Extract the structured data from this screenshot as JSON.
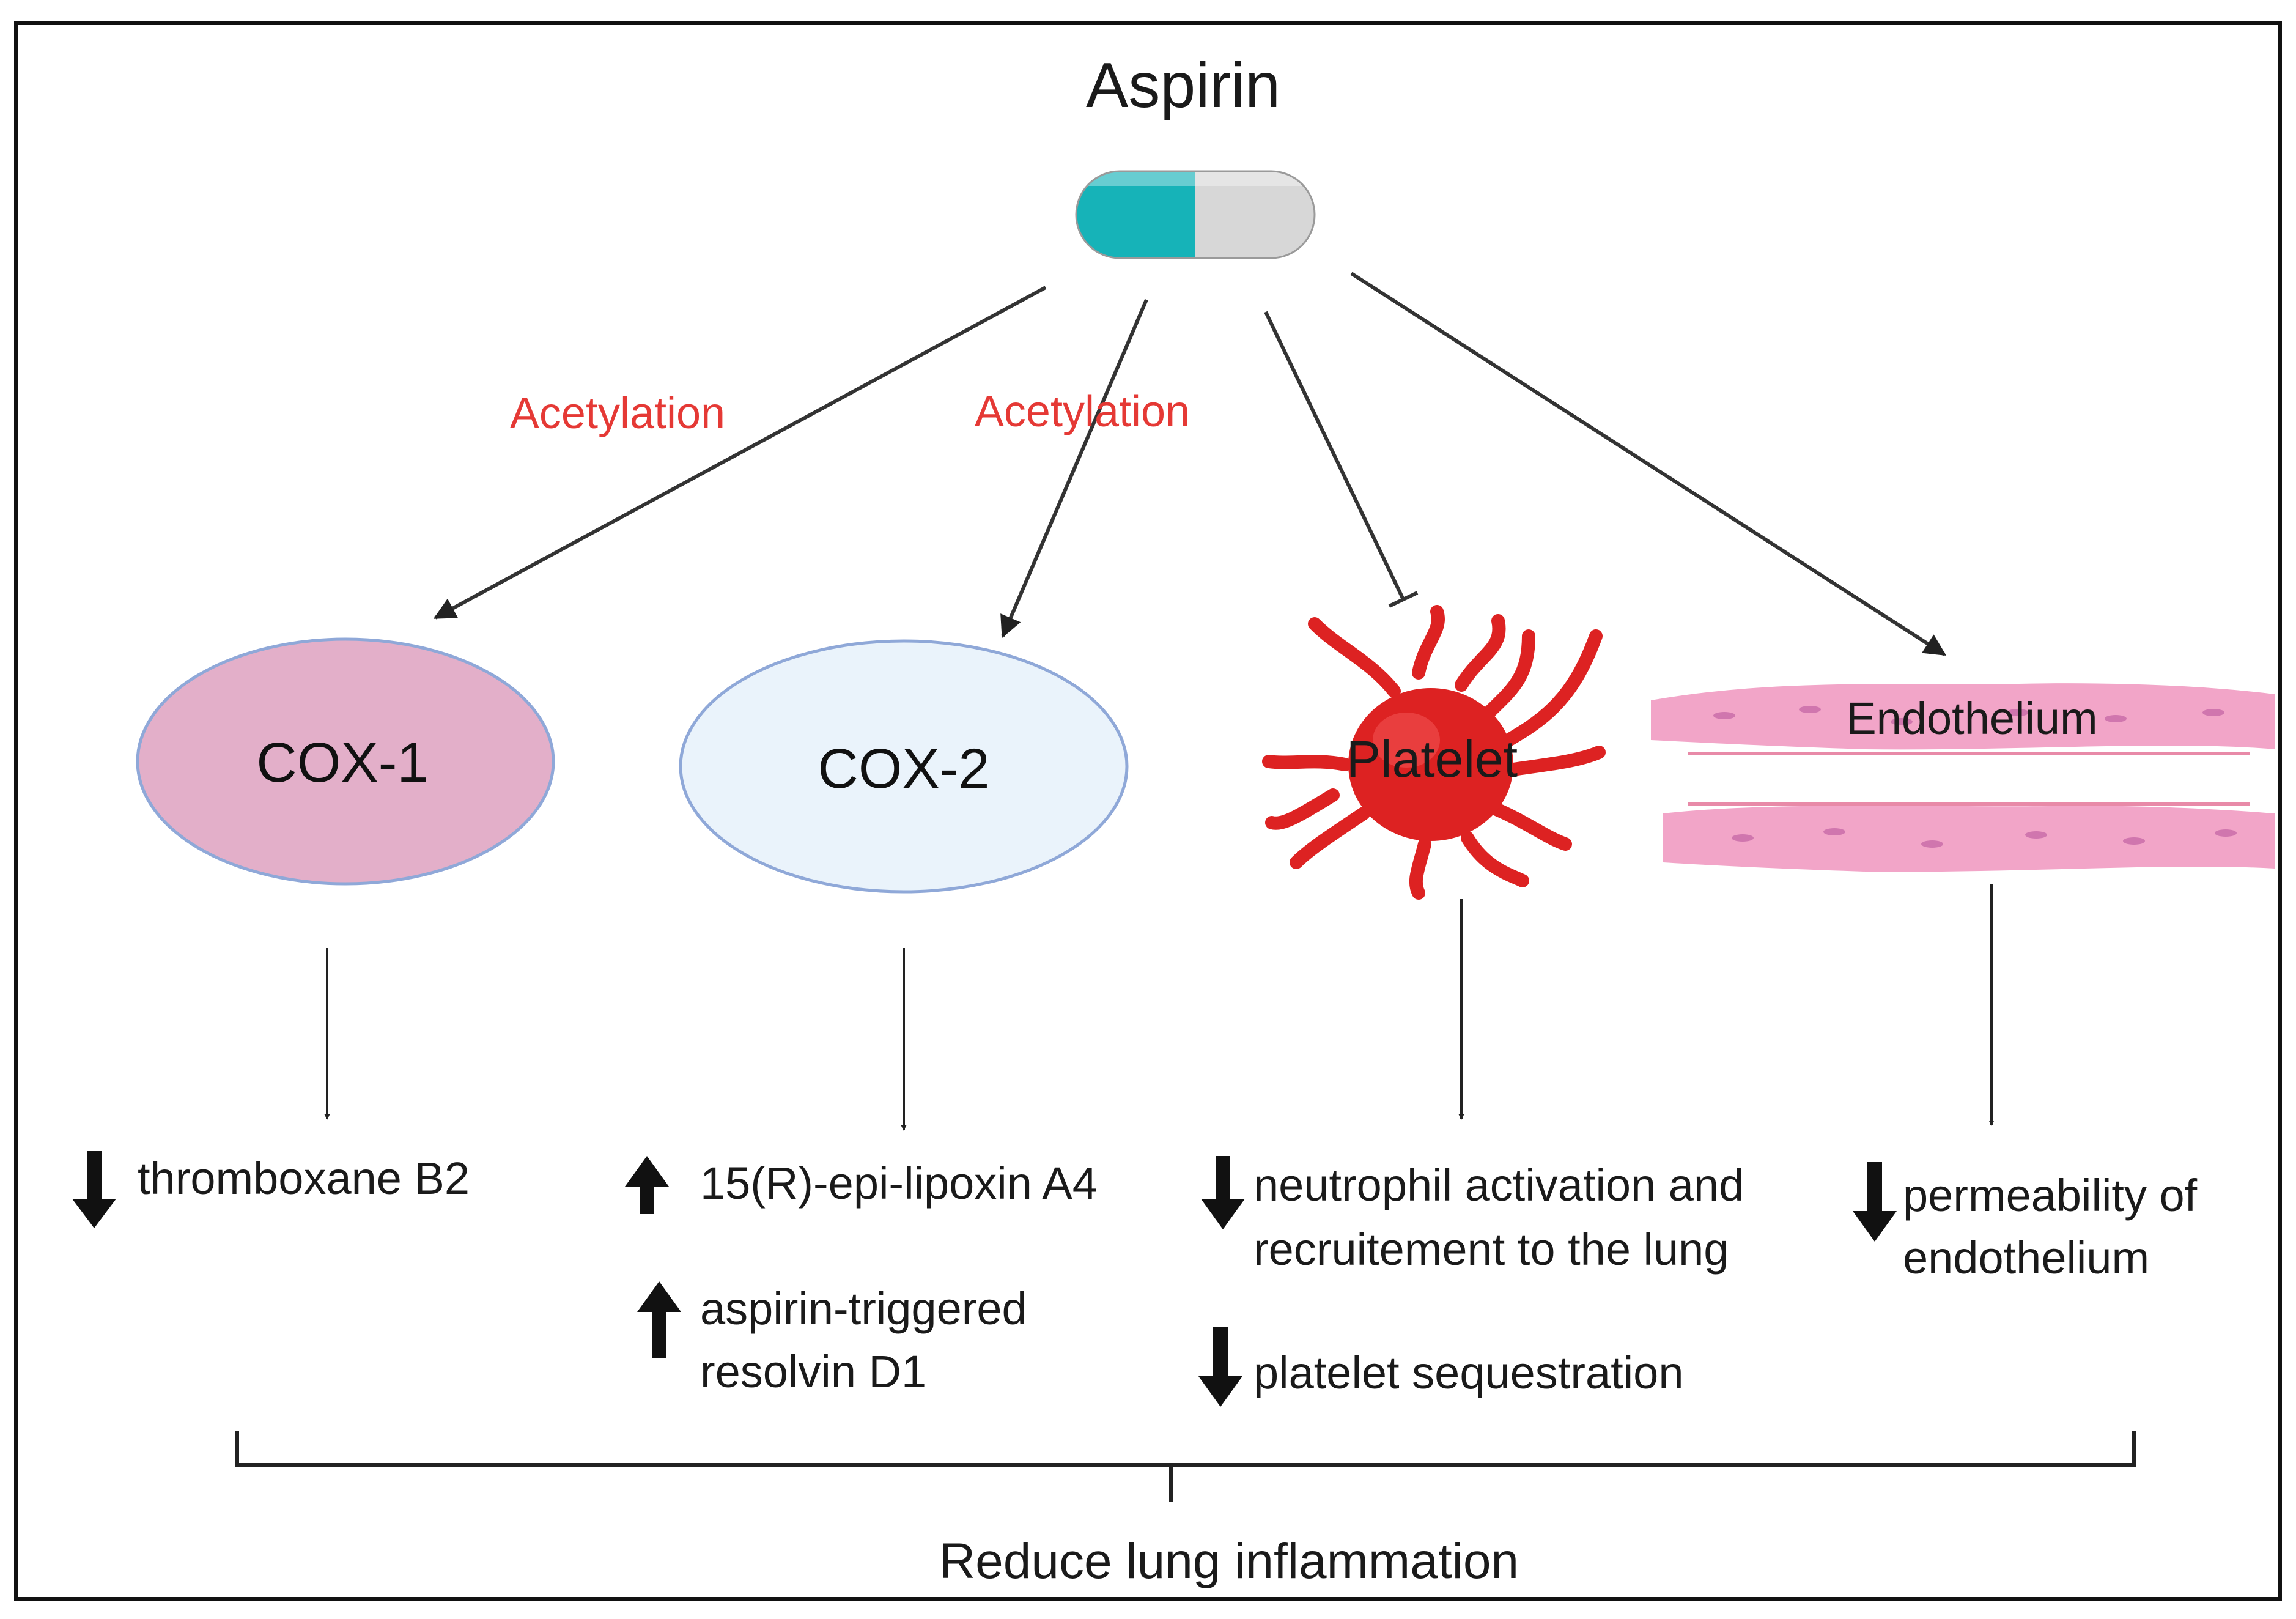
{
  "title": "Aspirin",
  "mechanisms": {
    "cox1_label": "Acetylation",
    "cox2_label": "Acetylation"
  },
  "targets": {
    "cox1": "COX-1",
    "cox2": "COX-2",
    "platelet": "Platelet",
    "endothelium": "Endothelium"
  },
  "effects": {
    "cox1": [
      {
        "direction": "down",
        "lines": [
          "thromboxane B2"
        ]
      }
    ],
    "cox2": [
      {
        "direction": "up",
        "lines": [
          "15(R)-epi-lipoxin A4"
        ]
      },
      {
        "direction": "up",
        "lines": [
          "aspirin-triggered",
          "resolvin D1"
        ]
      }
    ],
    "platelet": [
      {
        "direction": "down",
        "lines": [
          "neutrophil activation and",
          "recruitement to the lung"
        ]
      },
      {
        "direction": "down",
        "lines": [
          "platelet sequestration"
        ]
      }
    ],
    "endothelium": [
      {
        "direction": "down",
        "lines": [
          "permeability of",
          "endothelium"
        ]
      }
    ]
  },
  "outcome": "Reduce lung inflammation",
  "colors": {
    "border": "#111111",
    "text": "#1a1a1a",
    "mechanism": "#e53935",
    "pill_teal": "#16b3b8",
    "pill_grey": "#d7d7d7",
    "cox1_fill": "#e3afc9",
    "cox2_fill": "#eaf3fb",
    "ellipse_stroke": "#8fa8d8",
    "platelet": "#dd2222",
    "endothelium": "#f2a5c8"
  }
}
